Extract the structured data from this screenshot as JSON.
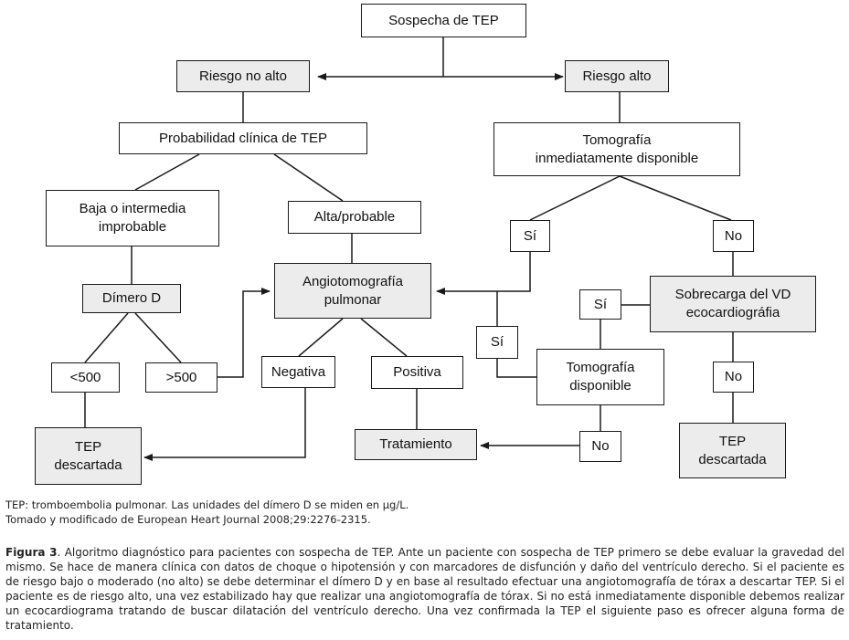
{
  "diagram": {
    "nodes": {
      "sospecha": "Sospecha de TEP",
      "riesgo_no_alto": "Riesgo no alto",
      "riesgo_alto": "Riesgo alto",
      "probabilidad": "Probabilidad clínica de TEP",
      "tomografia_inmediata": "Tomografía\ninmediatamente disponible",
      "baja_intermedia": "Baja o intermedia\nimprobable",
      "alta_probable": "Alta/probable",
      "si_1": "Sí",
      "no_1": "No",
      "dimero": "Dímero D",
      "angiotomografia": "Angiotomografía\npulmonar",
      "si_2": "Sí",
      "sobrecarga": "Sobrecarga del VD\necocardiográfia",
      "menor_500": "<500",
      "mayor_500": ">500",
      "negativa": "Negativa",
      "positiva": "Positiva",
      "si_3": "Sí",
      "tomografia_disponible": "Tomografía\ndisponible",
      "no_2": "No",
      "tep_descartada_1": "TEP\ndescartada",
      "tratamiento": "Tratamiento",
      "no_3": "No",
      "tep_descartada_2": "TEP\ndescartada"
    }
  },
  "notes": {
    "line1": "TEP: tromboembolia pulmonar. Las unidades del dímero D se miden en μg/L.",
    "line2": "Tomado y modificado de European Heart Journal 2008;29:2276-2315."
  },
  "caption": {
    "label": "Figura 3",
    "text": ". Algoritmo diagnóstico para pacientes con sospecha de TEP. Ante un paciente con sospecha de TEP primero se debe evaluar la gravedad del mismo. Se hace de manera clínica con datos de choque o hipotensión y con marcadores de disfunción y daño del ventrículo derecho. Si el paciente es de riesgo bajo o moderado (no alto) se debe determinar el dímero D y en base al resultado efectuar una angiotomografía de tórax a descartar TEP. Si el paciente es de riesgo alto, una vez estabilizado hay que realizar una angiotomografía de tórax. Si no está inmediatamente disponible debemos realizar un ecocardiograma tratando de buscar dilatación del ventrículo derecho. Una vez confirmada la TEP el siguiente paso es ofrecer alguna forma de tratamiento."
  }
}
